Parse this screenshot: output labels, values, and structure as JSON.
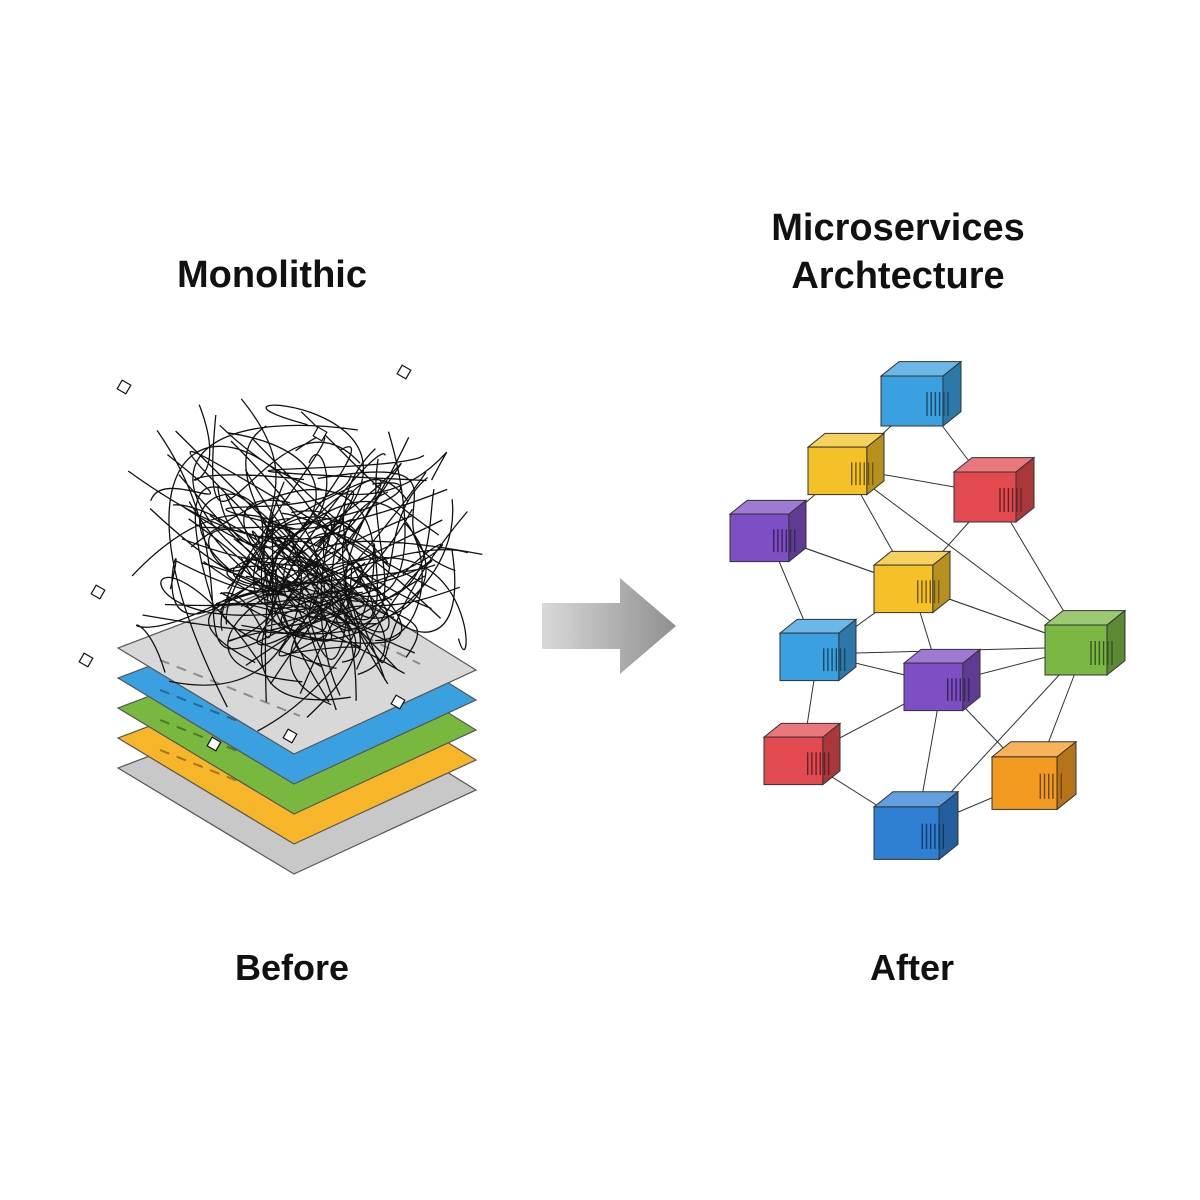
{
  "left_panel": {
    "title": "Monolithic",
    "caption": "Before",
    "layer_colors": [
      "#c8c8c8",
      "#f7b529",
      "#78b83f",
      "#3aa0e0",
      "#d8d8d8"
    ]
  },
  "arrow": {
    "icon": "right-arrow-icon",
    "color": "#8f8f8f"
  },
  "right_panel": {
    "title_lines": [
      "Microservices",
      "Archtecture"
    ],
    "caption": "After",
    "services": [
      {
        "id": "s1",
        "color": "#3aa0e0"
      },
      {
        "id": "s2",
        "color": "#f4c128"
      },
      {
        "id": "s3",
        "color": "#e24a4f"
      },
      {
        "id": "s4",
        "color": "#7e4ec4"
      },
      {
        "id": "s5",
        "color": "#f4c128"
      },
      {
        "id": "s6",
        "color": "#3aa0e0"
      },
      {
        "id": "s7",
        "color": "#7ab843"
      },
      {
        "id": "s8",
        "color": "#7e4ec4"
      },
      {
        "id": "s9",
        "color": "#e24a4f"
      },
      {
        "id": "s10",
        "color": "#f39a21"
      },
      {
        "id": "s11",
        "color": "#2f7fd3"
      }
    ],
    "connections": [
      [
        "s1",
        "s2"
      ],
      [
        "s1",
        "s3"
      ],
      [
        "s2",
        "s3"
      ],
      [
        "s2",
        "s4"
      ],
      [
        "s2",
        "s5"
      ],
      [
        "s2",
        "s7"
      ],
      [
        "s3",
        "s5"
      ],
      [
        "s3",
        "s7"
      ],
      [
        "s4",
        "s5"
      ],
      [
        "s4",
        "s6"
      ],
      [
        "s4",
        "s7"
      ],
      [
        "s5",
        "s6"
      ],
      [
        "s5",
        "s8"
      ],
      [
        "s5",
        "s7"
      ],
      [
        "s6",
        "s8"
      ],
      [
        "s6",
        "s9"
      ],
      [
        "s7",
        "s8"
      ],
      [
        "s7",
        "s10"
      ],
      [
        "s7",
        "s11"
      ],
      [
        "s8",
        "s9"
      ],
      [
        "s8",
        "s10"
      ],
      [
        "s8",
        "s11"
      ],
      [
        "s9",
        "s11"
      ],
      [
        "s10",
        "s11"
      ],
      [
        "s6",
        "s7"
      ]
    ]
  }
}
